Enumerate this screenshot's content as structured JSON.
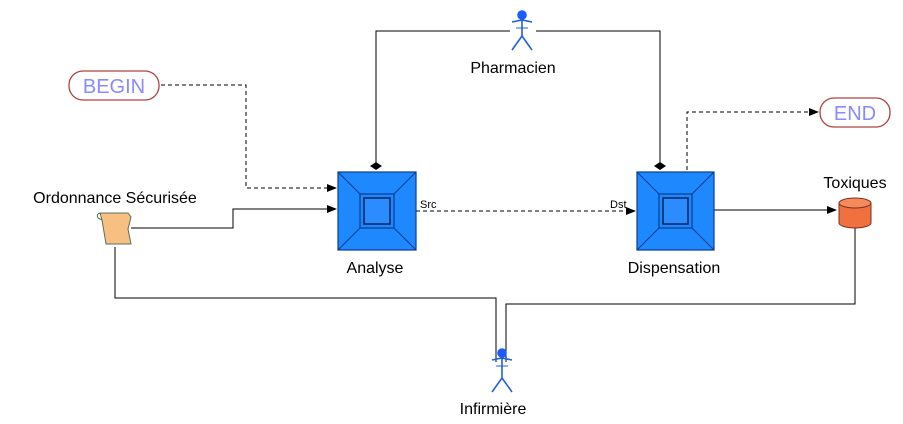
{
  "diagram": {
    "labels": {
      "pharmacien": "Pharmacien",
      "infirmiere": "Infirmière",
      "begin": "BEGIN",
      "end": "END",
      "ordonnance": "Ordonnance Sécurisée",
      "analyse": "Analyse",
      "dispensation": "Dispensation",
      "toxiques": "Toxiques",
      "src": "Src",
      "dst": "Dst"
    },
    "colors": {
      "activity_fill": "#1e88ff",
      "activity_stroke": "#0a3d8f",
      "terminal_stroke": "#b04040",
      "terminal_text": "#8a8aff",
      "document_fill": "#f8c080",
      "store_fill": "#f07040",
      "actor_head": "#1a5cff",
      "line": "#000000"
    },
    "icons": {
      "actor": "stick-figure-icon",
      "document": "document-icon",
      "store": "database-cylinder-icon"
    }
  }
}
